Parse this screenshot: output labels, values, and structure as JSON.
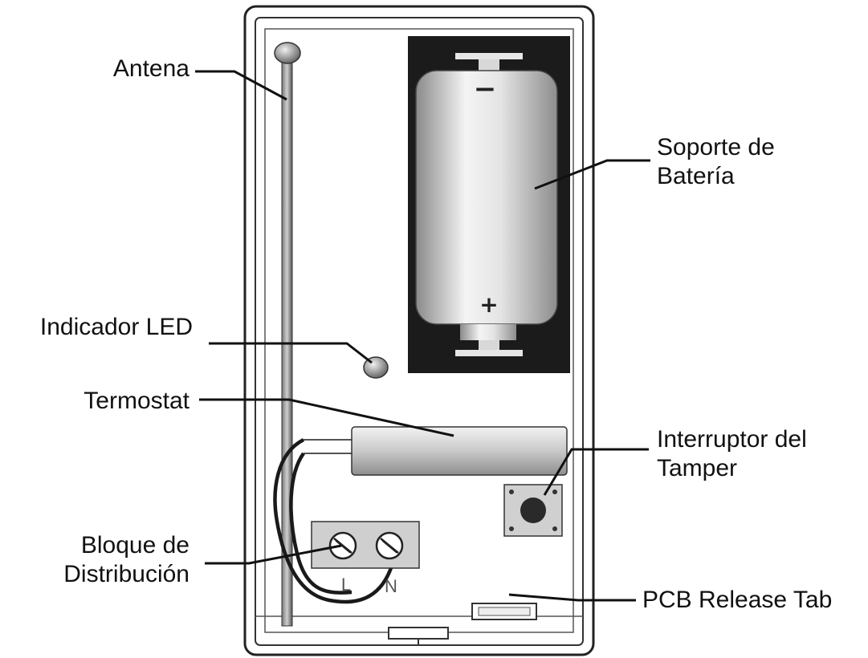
{
  "labels": {
    "antena": "Antena",
    "soporte_line1": "Soporte de",
    "soporte_line2": "Batería",
    "led": "Indicador LED",
    "termostat": "Termostat",
    "tamper_line1": "Interruptor del",
    "tamper_line2": "Tamper",
    "bloque_line1": "Bloque de",
    "bloque_line2": "Distribución",
    "release": "PCB Release Tab"
  },
  "battery_marks": {
    "minus": "−",
    "plus": "+"
  },
  "terminal_marks": {
    "left": "L",
    "right": "N"
  }
}
